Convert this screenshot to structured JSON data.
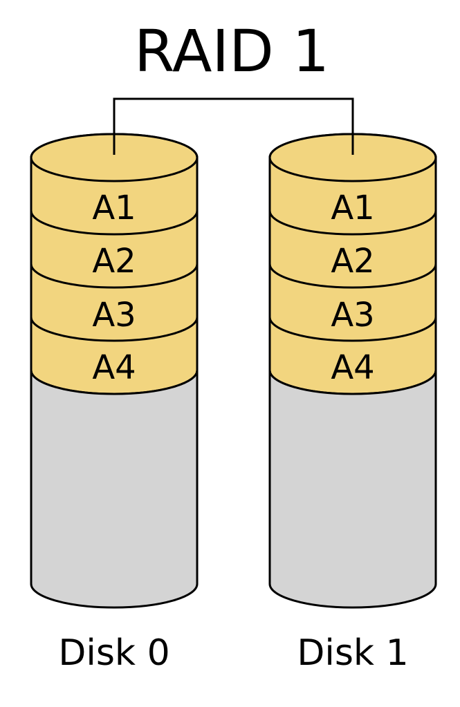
{
  "title": "RAID 1",
  "colors": {
    "block": "#F2D57F",
    "body": "#D4D4D4",
    "outline": "#000000"
  },
  "disks": [
    {
      "name": "Disk 0",
      "blocks": [
        "A1",
        "A2",
        "A3",
        "A4"
      ]
    },
    {
      "name": "Disk 1",
      "blocks": [
        "A1",
        "A2",
        "A3",
        "A4"
      ]
    }
  ]
}
